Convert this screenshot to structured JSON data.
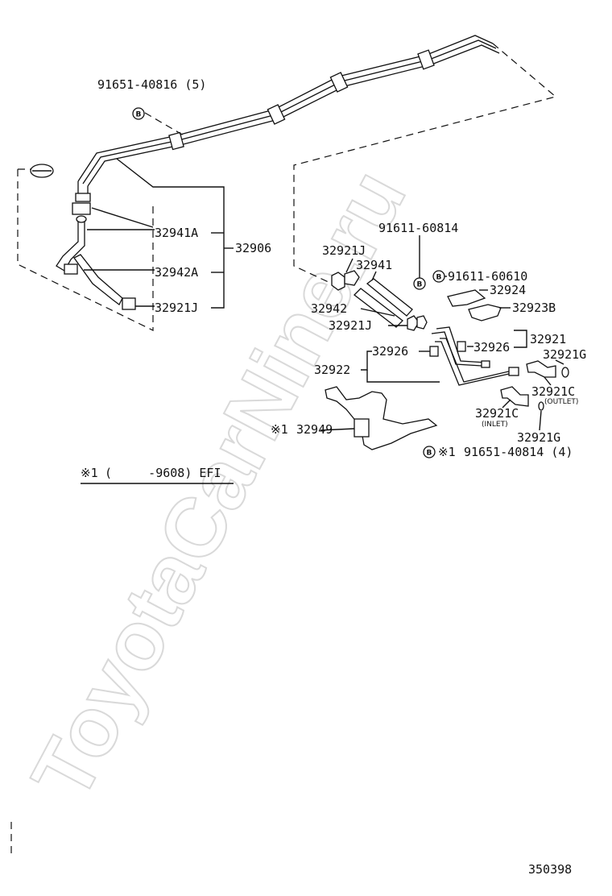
{
  "diagram_id": "350398",
  "watermark": "ToyotaCarNine.ru",
  "bolt_letter": "B",
  "labels": {
    "p91651_40816": "91651-40816 (5)",
    "p32941A": "32941A",
    "p32942A": "32942A",
    "p32921J_left": "32921J",
    "p32906": "32906",
    "p91611_60814": "91611-60814",
    "p32921J_top": "32921J",
    "p32941": "32941",
    "p91611_60610": "91611-60610",
    "p32924": "32924",
    "p32942": "32942",
    "p32923B": "32923B",
    "p32921J_mid": "32921J",
    "p32921": "32921",
    "p32926_a": "32926",
    "p32926_b": "32926",
    "p32922": "32922",
    "p32921G_top": "32921G",
    "p32921C_outlet": "32921C",
    "outlet": "(OUTLET)",
    "p32921C_inlet": "32921C",
    "inlet": "(INLET)",
    "p32921G_bot": "32921G",
    "p32949": "32949",
    "mark_32949": "※1",
    "mark_91651": "※1",
    "p91651_40814": "91651-40814 (4)"
  },
  "footnote": {
    "mark": "※1",
    "text": "(     -9608) EFI"
  }
}
